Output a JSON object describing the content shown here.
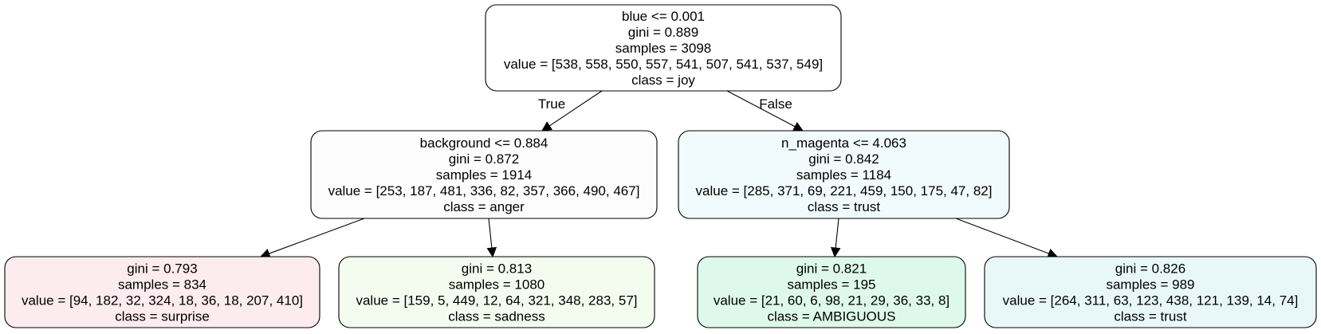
{
  "tree": {
    "nodes": [
      {
        "id": "root",
        "fill": "#ffffff",
        "lines": [
          "blue <= 0.001",
          "gini = 0.889",
          "samples = 3098",
          "value = [538, 558, 550, 557, 541, 507, 541, 537, 549]",
          "class = joy"
        ]
      },
      {
        "id": "left",
        "fill": "#fdfdfd",
        "lines": [
          "background <= 0.884",
          "gini = 0.872",
          "samples = 1914",
          "value = [253, 187, 481, 336, 82, 357, 366, 490, 467]",
          "class = anger"
        ]
      },
      {
        "id": "right",
        "fill": "#f1fafc",
        "lines": [
          "n_magenta <= 4.063",
          "gini = 0.842",
          "samples = 1184",
          "value = [285, 371, 69, 221, 459, 150, 175, 47, 82]",
          "class = trust"
        ]
      },
      {
        "id": "leaf-surprise",
        "fill": "#fcebef",
        "lines": [
          "gini = 0.793",
          "samples = 834",
          "value = [94, 182, 32, 324, 18, 36, 18, 207, 410]",
          "class = surprise"
        ]
      },
      {
        "id": "leaf-sadness",
        "fill": "#f4fcef",
        "lines": [
          "gini = 0.813",
          "samples = 1080",
          "value = [159, 5, 449, 12, 64, 321, 348, 283, 57]",
          "class = sadness"
        ]
      },
      {
        "id": "leaf-ambiguous",
        "fill": "#def9eb",
        "lines": [
          "gini = 0.821",
          "samples = 195",
          "value = [21, 60, 6, 98, 21, 29, 36, 33, 8]",
          "class = AMBIGUOUS"
        ]
      },
      {
        "id": "leaf-trust",
        "fill": "#e8f8f9",
        "lines": [
          "gini = 0.826",
          "samples = 989",
          "value = [264, 311, 63, 123, 438, 121, 139, 14, 74]",
          "class = trust"
        ]
      }
    ],
    "edges": [
      {
        "from": "root",
        "to": "left",
        "label": "True"
      },
      {
        "from": "root",
        "to": "right",
        "label": "False"
      },
      {
        "from": "left",
        "to": "leaf-surprise",
        "label": ""
      },
      {
        "from": "left",
        "to": "leaf-sadness",
        "label": ""
      },
      {
        "from": "right",
        "to": "leaf-ambiguous",
        "label": ""
      },
      {
        "from": "right",
        "to": "leaf-trust",
        "label": ""
      }
    ]
  }
}
